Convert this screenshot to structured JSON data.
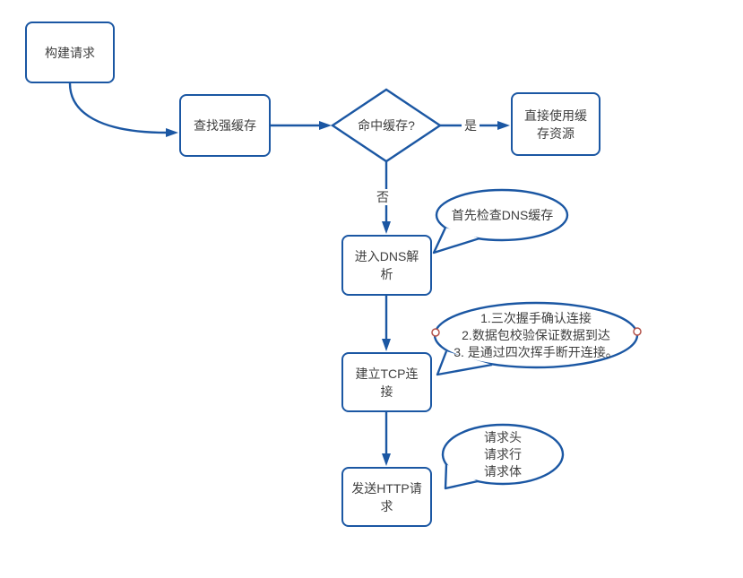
{
  "palette": {
    "shape_stroke": "#1b57a3",
    "shape_fill": "#ffffff",
    "text_color": "#3f3f3f",
    "handle_stroke": "#b3524a",
    "handle_fill": "#ffffff"
  },
  "nodes": {
    "build_request": {
      "label": "构建请求"
    },
    "find_strong_cache": {
      "label": "查找强缓存"
    },
    "cache_hit_decision": {
      "label": "命中缓存?"
    },
    "use_cached_resource": {
      "label": "直接使用缓\n存资源"
    },
    "dns_resolution": {
      "label": "进入DNS解\n析"
    },
    "tcp_connection": {
      "label": "建立TCP连\n接"
    },
    "send_http_request": {
      "label": "发送HTTP请\n求"
    }
  },
  "edge_labels": {
    "yes": "是",
    "no": "否"
  },
  "callouts": {
    "dns_note": {
      "text": "首先检查DNS缓存"
    },
    "tcp_note": {
      "text": "1.三次握手确认连接\n2.数据包校验保证数据到达\n3. 是通过四次挥手断开连接。"
    },
    "http_note": {
      "text": "请求头\n请求行\n请求体"
    }
  }
}
